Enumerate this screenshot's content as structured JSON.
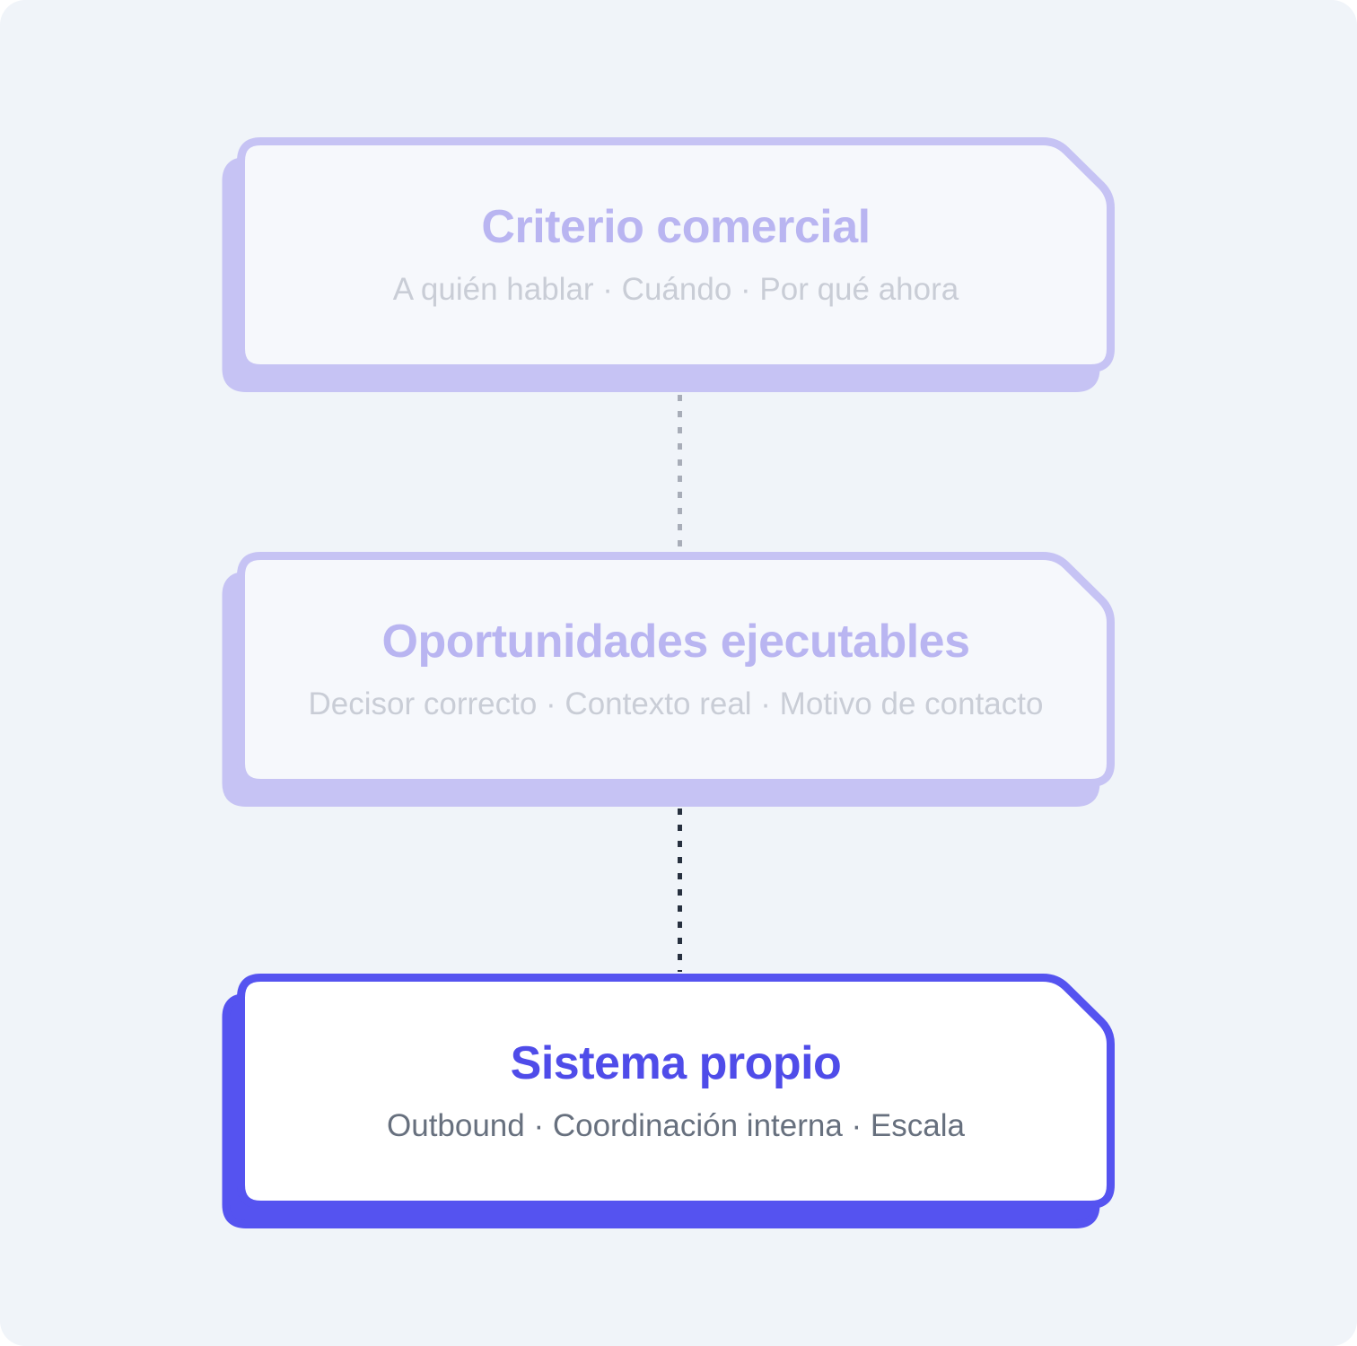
{
  "page": {
    "background_color": "#F0F4F9"
  },
  "diagram": {
    "cards": [
      {
        "title": "Criterio comercial",
        "subtitle": "A quién hablar · Cuándo · Por qué ahora",
        "state": "muted",
        "accent_color": "#C6C3F4",
        "fill_color": "#F6F8FC",
        "title_color": "#B9B5F1",
        "subtitle_color": "#C9CDD6"
      },
      {
        "title": "Oportunidades ejecutables",
        "subtitle": "Decisor correcto · Contexto real · Motivo de contacto",
        "state": "muted",
        "accent_color": "#C6C3F4",
        "fill_color": "#F6F8FC",
        "title_color": "#B9B5F1",
        "subtitle_color": "#C9CDD6"
      },
      {
        "title": "Sistema propio",
        "subtitle": "Outbound · Coordinación interna · Escala",
        "state": "active",
        "accent_color": "#5553F0",
        "fill_color": "#FFFFFF",
        "title_color": "#4F4CE9",
        "subtitle_color": "#67707E"
      }
    ],
    "connectors": [
      {
        "style": "dashed",
        "color": "#A8ADB8"
      },
      {
        "style": "dashed",
        "color": "#27303F"
      }
    ]
  }
}
